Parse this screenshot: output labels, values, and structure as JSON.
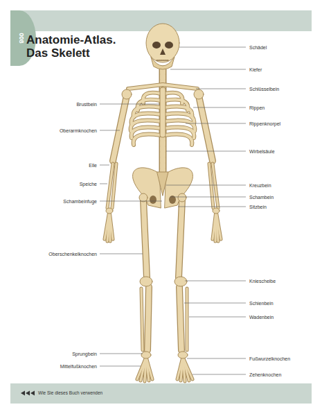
{
  "diagram": {
    "title": "Anatomie-Atlas. Das Skelett",
    "labels": [
      "008",
      "Schädel",
      "Kiefer",
      "Schlüsselbein",
      "Brustbein",
      "Rippen",
      "Rippenknorpel",
      "Oberarmknochen",
      "Wirbelsäule",
      "Elle",
      "Speiche",
      "Kreuzbein",
      "Schambein",
      "Schambeinfuge",
      "Sitzbein",
      "Oberschenkelknochen",
      "Kniescheibe",
      "Schienbein",
      "Wadenbein",
      "Sprungbein",
      "Fußwurzelknochen",
      "Mittelfußknochen",
      "Zehenknochen",
      "Wie Sie dieses Buch verwenden"
    ]
  }
}
